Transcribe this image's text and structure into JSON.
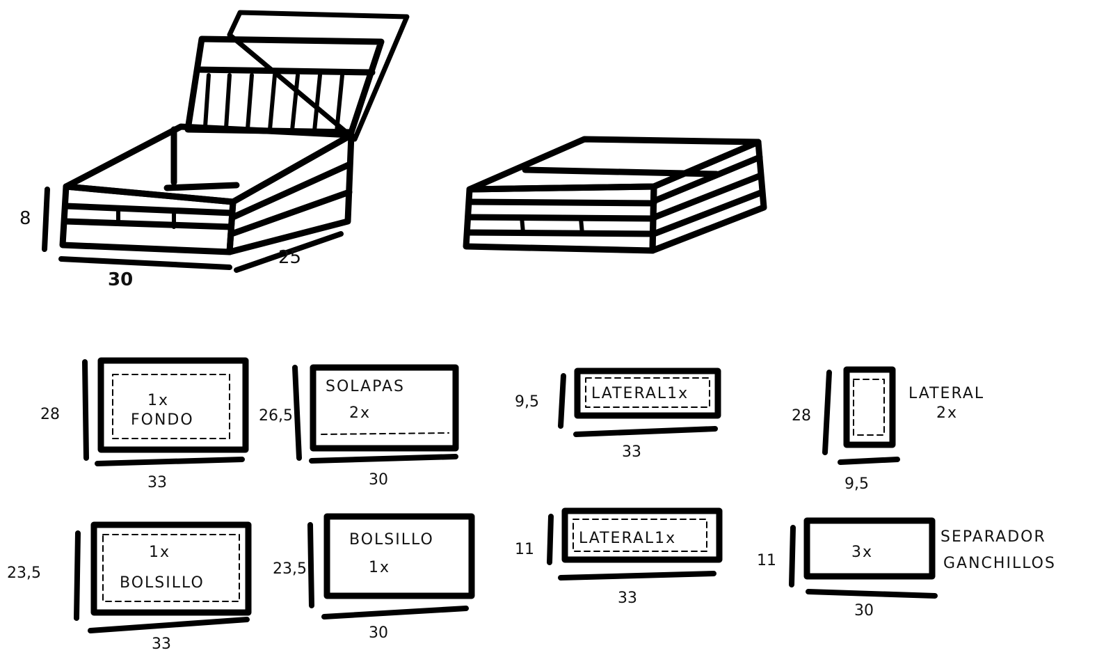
{
  "box_dimensions": {
    "height": "8",
    "width": "30",
    "depth": "25"
  },
  "pieces": [
    {
      "name_line1": "1x",
      "name_line2": "FONDO",
      "height": "28",
      "width": "33"
    },
    {
      "name_line1": "SOLAPAS",
      "name_line2": "2x",
      "height": "26,5",
      "width": "30"
    },
    {
      "name_line1": "LATERAL1x",
      "height": "9,5",
      "width": "33"
    },
    {
      "name_line1": "LATERAL",
      "name_line2": "2x",
      "height": "28",
      "width": "9,5"
    },
    {
      "name_line1": "1x",
      "name_line2": "BOLSILLO",
      "height": "23,5",
      "width": "33"
    },
    {
      "name_line1": "BOLSILLO",
      "name_line2": "1x",
      "height": "23,5",
      "width": "30"
    },
    {
      "name_line1": "LATERAL1x",
      "height": "11",
      "width": "33"
    },
    {
      "name_line1": "3x",
      "name_line2": "SEPARADOR",
      "name_line3": "GANCHILLOS",
      "height": "11",
      "width": "30"
    }
  ],
  "colors": {
    "ink": "#000000",
    "paper": "#ffffff"
  }
}
